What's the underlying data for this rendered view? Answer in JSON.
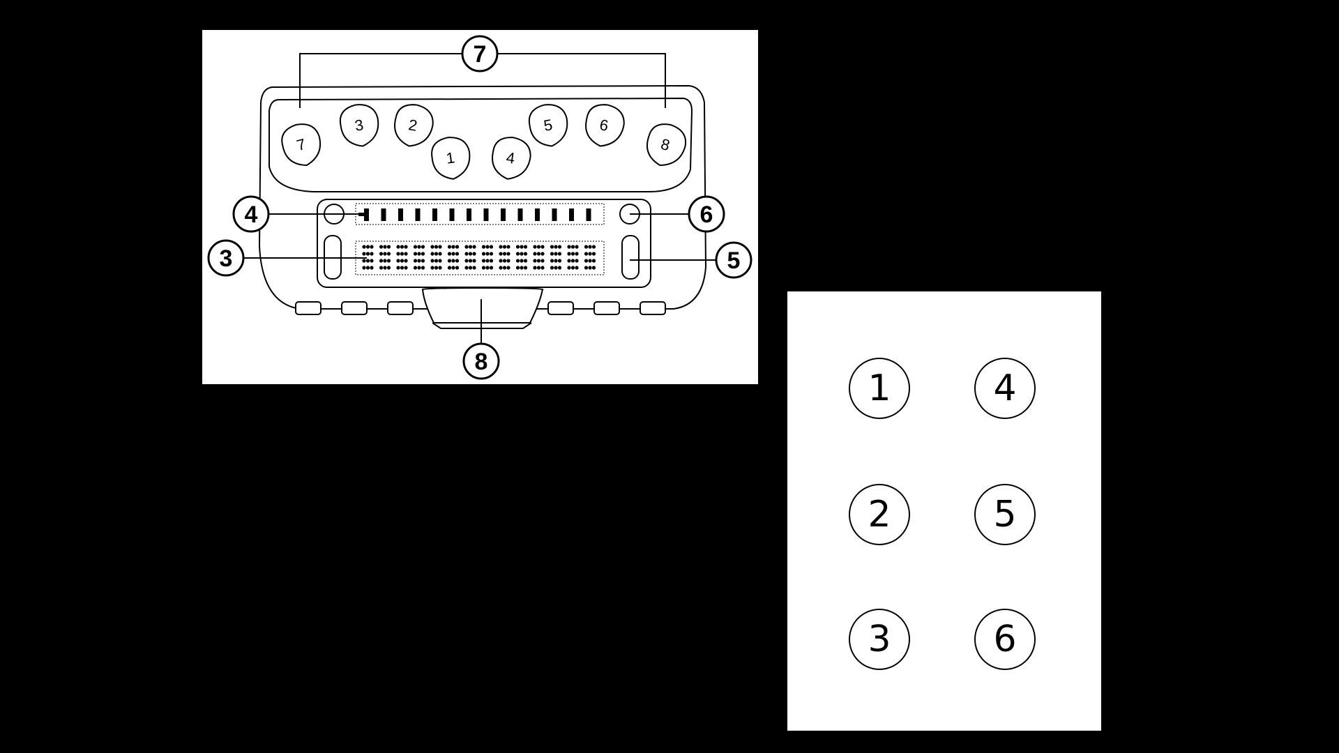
{
  "device_diagram": {
    "callouts": [
      {
        "id": "callout-7",
        "label": "7"
      },
      {
        "id": "callout-4",
        "label": "4"
      },
      {
        "id": "callout-6",
        "label": "6"
      },
      {
        "id": "callout-3",
        "label": "3"
      },
      {
        "id": "callout-5",
        "label": "5"
      },
      {
        "id": "callout-8",
        "label": "8"
      }
    ],
    "keys": [
      {
        "id": "key-7",
        "label": "7"
      },
      {
        "id": "key-3",
        "label": "3"
      },
      {
        "id": "key-2",
        "label": "2"
      },
      {
        "id": "key-1",
        "label": "1"
      },
      {
        "id": "key-4",
        "label": "4"
      },
      {
        "id": "key-5",
        "label": "5"
      },
      {
        "id": "key-6",
        "label": "6"
      },
      {
        "id": "key-8",
        "label": "8"
      }
    ],
    "braille_cell_count": 14
  },
  "braille_cell_dots": {
    "left_column": [
      "1",
      "2",
      "3"
    ],
    "right_column": [
      "4",
      "5",
      "6"
    ]
  },
  "colors": {
    "background": "#000000",
    "panel": "#ffffff",
    "ink": "#000000"
  }
}
